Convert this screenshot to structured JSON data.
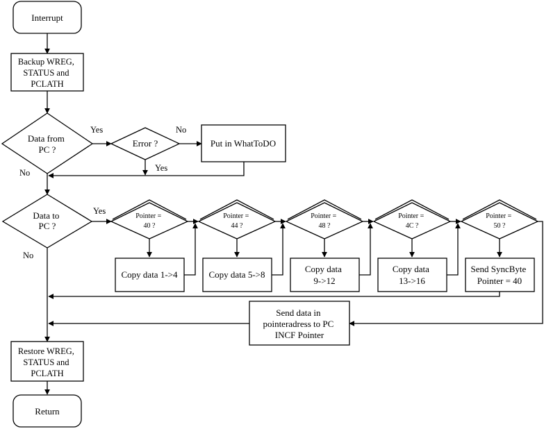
{
  "flowchart": {
    "start": "Interrupt",
    "backup": [
      "Backup WREG,",
      "STATUS and",
      "PCLATH"
    ],
    "data_from_pc": [
      "Data from",
      "PC ?"
    ],
    "error": "Error ?",
    "whattodo": "Put in WhatToDO",
    "data_to_pc": [
      "Data to",
      "PC ?"
    ],
    "pointer_checks": [
      [
        "Pointer =",
        "40 ?"
      ],
      [
        "Pointer =",
        "44 ?"
      ],
      [
        "Pointer =",
        "48 ?"
      ],
      [
        "Pointer =",
        "4C ?"
      ],
      [
        "Pointer =",
        "50 ?"
      ]
    ],
    "copy_boxes": [
      [
        "Copy data 1->4"
      ],
      [
        "Copy data 5->8"
      ],
      [
        "Copy data",
        "9->12"
      ],
      [
        "Copy data",
        "13->16"
      ],
      [
        "Send SyncByte",
        "Pointer = 40"
      ]
    ],
    "send_data": [
      "Send data in",
      "pointeradress to PC",
      "INCF Pointer"
    ],
    "restore": [
      "Restore WREG,",
      "STATUS and",
      "PCLATH"
    ],
    "end": "Return",
    "labels": {
      "yes": "Yes",
      "no": "No"
    }
  }
}
